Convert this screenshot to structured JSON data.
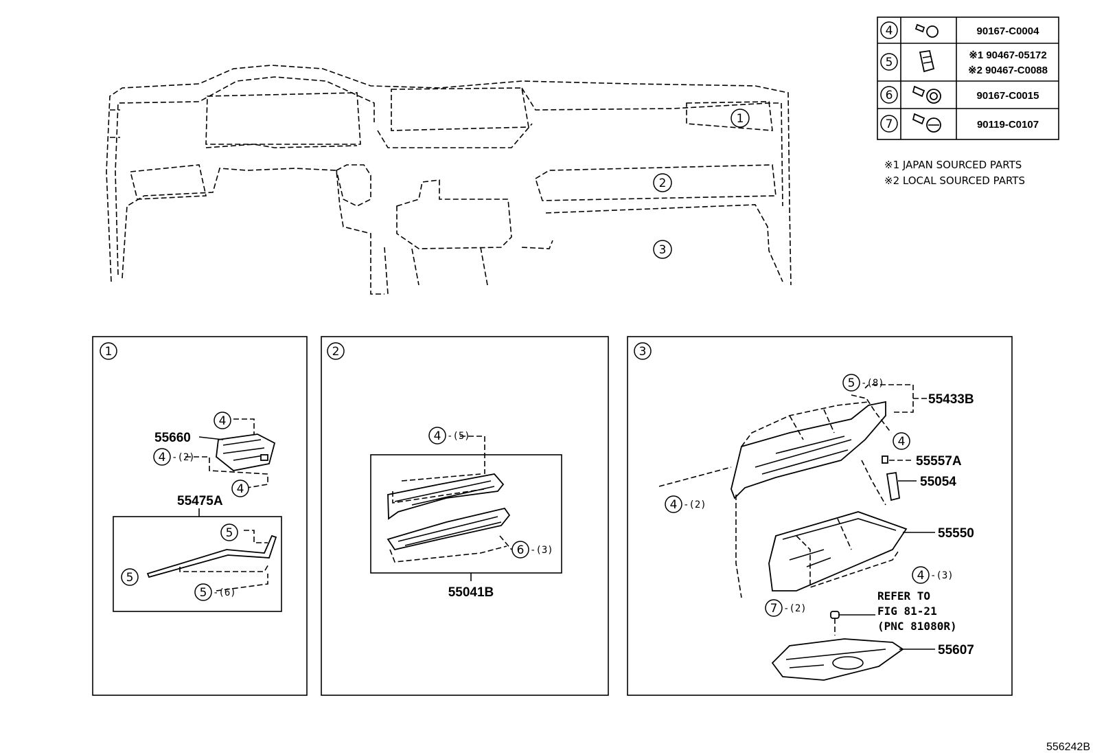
{
  "fasteners_table": {
    "rows": [
      {
        "num": "4",
        "icon": "bolt-icon",
        "part1": "90167-C0004",
        "part2": ""
      },
      {
        "num": "5",
        "icon": "clip-icon",
        "part1": "※1 90467-05172",
        "part2": "※2 90467-C0088"
      },
      {
        "num": "6",
        "icon": "bolt-washer-icon",
        "part1": "90167-C0015",
        "part2": ""
      },
      {
        "num": "7",
        "icon": "bolt-flange-icon",
        "part1": "90119-C0107",
        "part2": ""
      }
    ]
  },
  "notes": {
    "note1": "※1 JAPAN SOURCED PARTS",
    "note2": "※2 LOCAL SOURCED PARTS"
  },
  "overview": {
    "callout1": "1",
    "callout2": "2",
    "callout3": "3"
  },
  "panel1": {
    "num": "1",
    "p55660": "55660",
    "p55475a": "55475A",
    "c4a": "4",
    "c4b": "4",
    "c4b_qty": "-(2)",
    "c4c": "4",
    "c5a": "5",
    "c5b": "5",
    "c5c": "5",
    "c5c_qty": "-(6)"
  },
  "panel2": {
    "num": "2",
    "p55041b": "55041B",
    "c4": "4",
    "c4_qty": "-(5)",
    "c6": "6",
    "c6_qty": "-(3)"
  },
  "panel3": {
    "num": "3",
    "p55433b": "55433B",
    "p55557a": "55557A",
    "p55054": "55054",
    "p55550": "55550",
    "p55607": "55607",
    "c5": "5",
    "c5_qty": "-(8)",
    "c4a": "4",
    "c4b": "4",
    "c4b_qty": "-(2)",
    "c4c": "4",
    "c4c_qty": "-(3)",
    "c7": "7",
    "c7_qty": "-(2)",
    "refer1": "REFER TO",
    "refer2": "FIG 81-21",
    "refer3": "(PNC 81080R)"
  },
  "figure_id": "556242B"
}
